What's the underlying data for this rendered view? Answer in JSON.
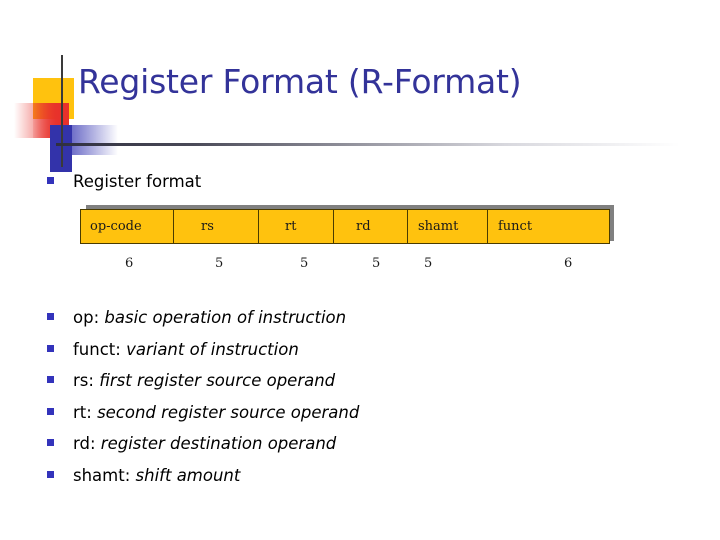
{
  "slide": {
    "title": "Register Format (R-Format)",
    "title_color": "#333399",
    "background": "#ffffff"
  },
  "intro_bullet": {
    "text": "Register format"
  },
  "format_table": {
    "fill_color": "#FFC20E",
    "border_color": "#4a3b00",
    "shadow_color": "#808080",
    "fields": [
      {
        "name": "op-code",
        "bits": "6"
      },
      {
        "name": "rs",
        "bits": "5"
      },
      {
        "name": "rt",
        "bits": "5"
      },
      {
        "name": "rd",
        "bits": "5"
      },
      {
        "name": "shamt",
        "bits": "5"
      },
      {
        "name": "funct",
        "bits": "6"
      }
    ]
  },
  "definitions": {
    "bullet_color": "#3333BB",
    "items": [
      {
        "label": "op:",
        "description": "basic operation of instruction"
      },
      {
        "label": "funct:",
        "description": "variant of instruction"
      },
      {
        "label": "rs:",
        "description": "first register source operand"
      },
      {
        "label": "rt:",
        "description": "second register source operand"
      },
      {
        "label": "rd:",
        "description": "register destination operand"
      },
      {
        "label": "shamt:",
        "description": "shift amount"
      }
    ]
  },
  "decoration": {
    "yellow": "#FFC20E",
    "red": "#E8312B",
    "blue": "#3333AA",
    "line": "#3A3A3A"
  }
}
